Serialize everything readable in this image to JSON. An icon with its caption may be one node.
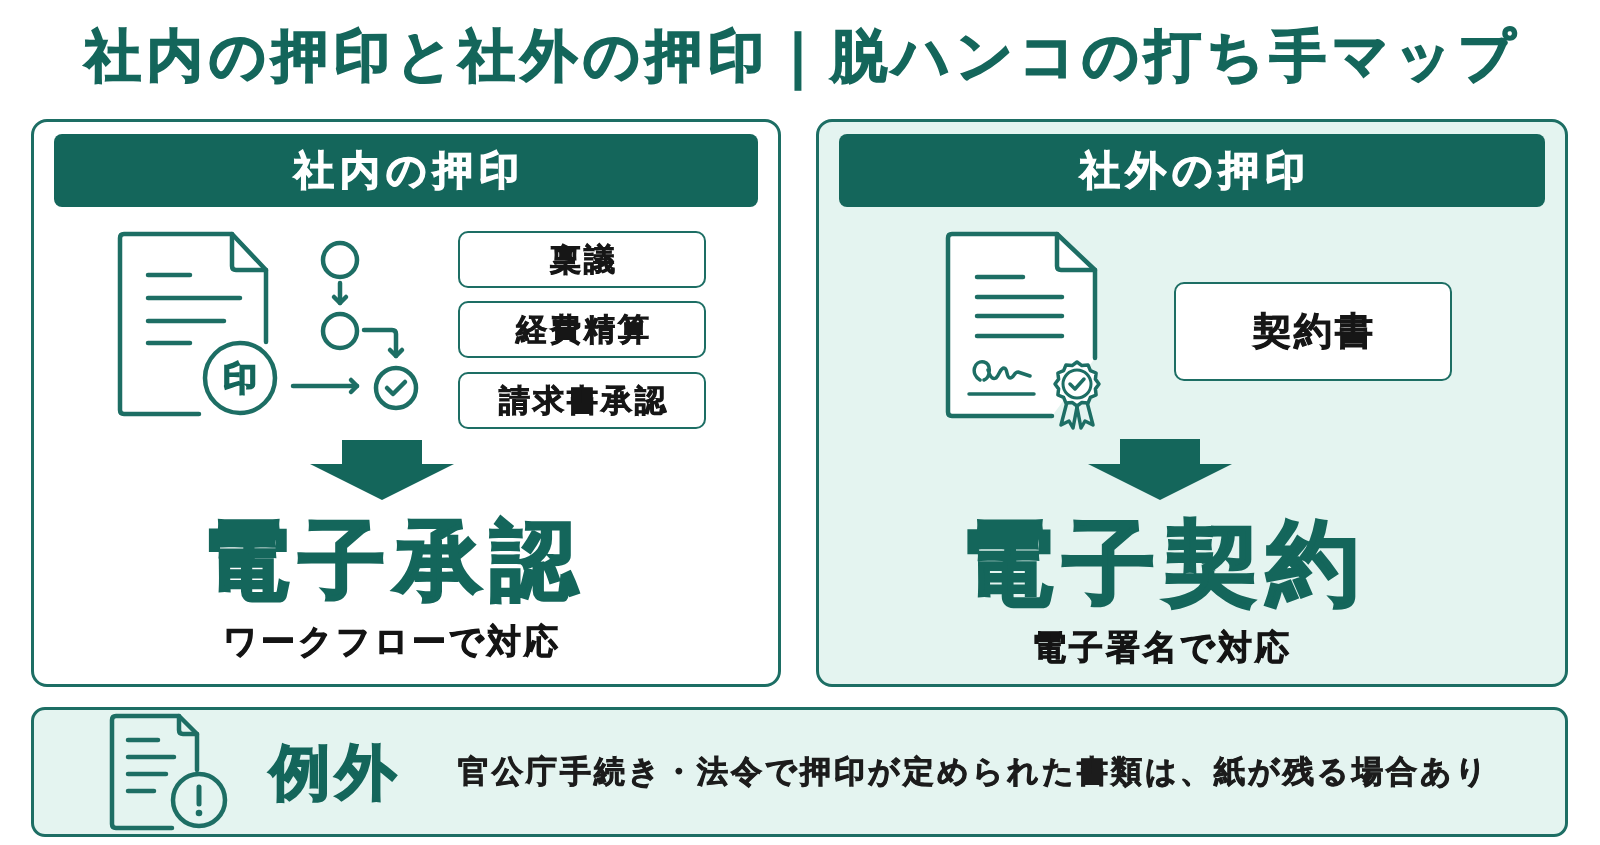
{
  "diagram": {
    "title": "社内の押印と社外の押印｜脱ハンコの打ち手マップ",
    "nodes": [
      {
        "text": [
          "社内の押印"
        ]
      },
      {
        "text": [
          "稟議"
        ],
        "in": 0
      },
      {
        "text": [
          "経費精算"
        ],
        "in": 0
      },
      {
        "text": [
          "請求書承認"
        ],
        "in": 0
      },
      {
        "text": [
          "電子承認",
          "ワークフローで対応"
        ],
        "in": 0
      },
      {
        "text": [
          "社外の押印"
        ]
      },
      {
        "text": [
          "契約書"
        ],
        "in": 5
      },
      {
        "text": [
          "電子契約",
          "電子署名で対応"
        ],
        "in": 5
      },
      {
        "text": [
          "例外",
          "官公庁手続き・法令で押印が定められた書類は、紙が残る場合あり"
        ]
      }
    ],
    "edges": [
      {
        "from": null,
        "to": 4,
        "arrow": "to",
        "style": "thick"
      },
      {
        "from": null,
        "to": 7,
        "arrow": "to",
        "style": "thick"
      }
    ],
    "labels": [
      "印"
    ]
  }
}
